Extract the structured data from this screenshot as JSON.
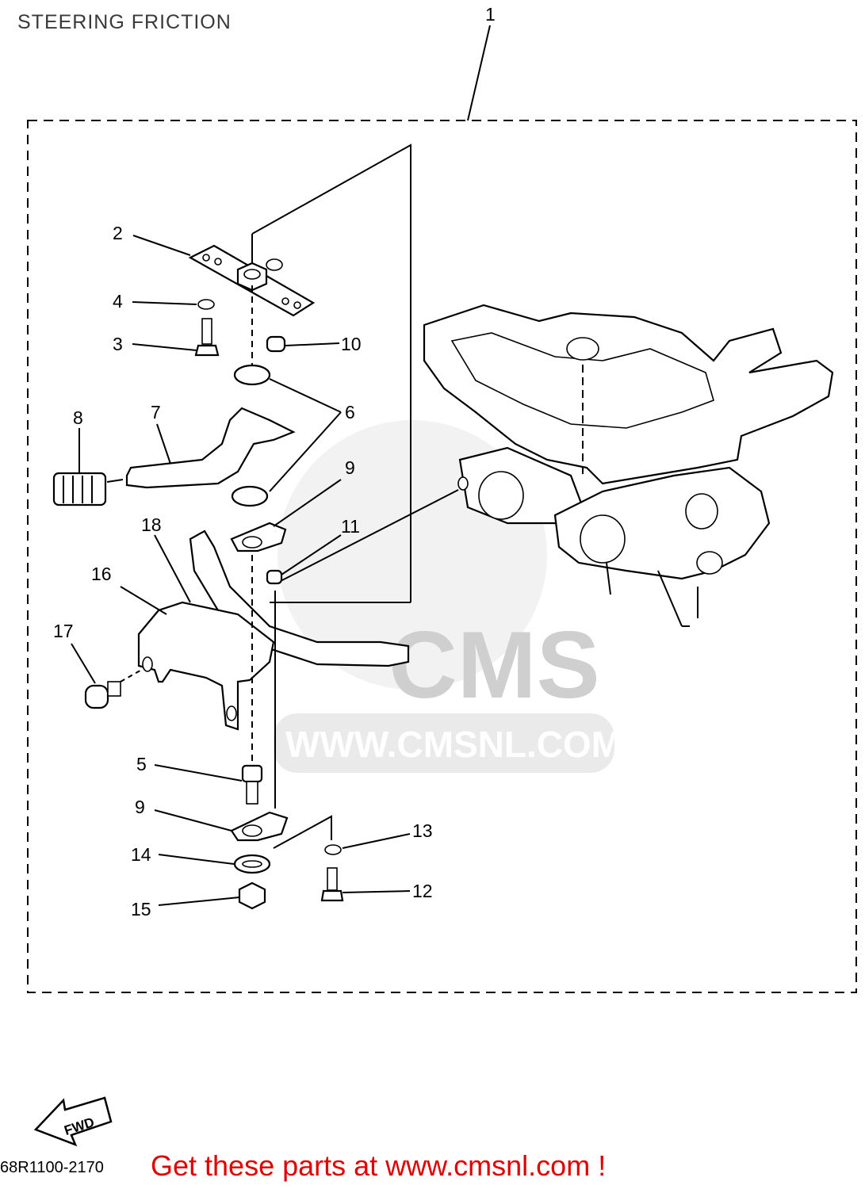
{
  "title": "STEERING FRICTION",
  "diagram_code": "68R1100-2170",
  "promo_text": "Get these parts at www.cmsnl.com !",
  "watermark": {
    "brand": "CMS",
    "url": "WWW.CMSNL.COM"
  },
  "fwd_label": "FWD",
  "callouts": [
    "1",
    "2",
    "3",
    "4",
    "5",
    "6",
    "7",
    "8",
    "9",
    "9",
    "10",
    "11",
    "12",
    "13",
    "14",
    "15",
    "16",
    "17",
    "18"
  ],
  "colors": {
    "promo": "#e00000",
    "title": "#3a3a3a",
    "watermark": "#d9d9d9"
  }
}
